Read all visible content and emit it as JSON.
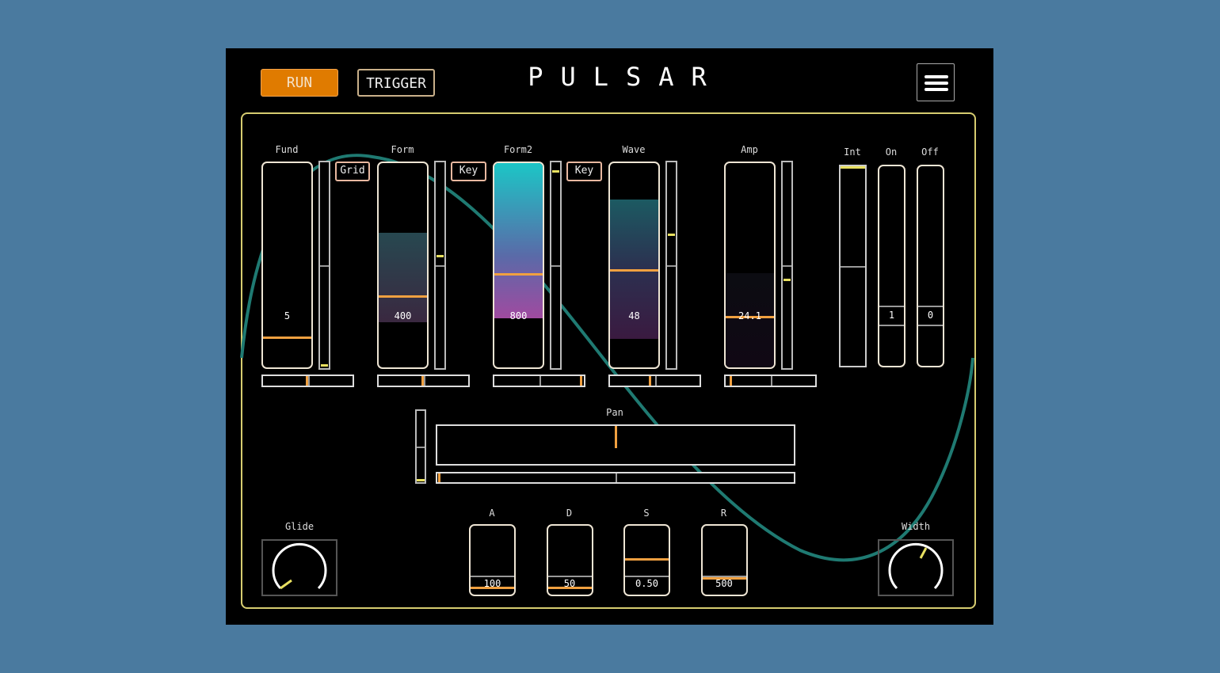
{
  "header": {
    "run_label": "RUN",
    "trigger_label": "TRIGGER",
    "title": "PULSAR",
    "menu_icon": "hamburger-menu-icon"
  },
  "colors": {
    "accent": "#e07b00",
    "frame": "#d6cc70",
    "curve": "#1f7a72",
    "handle": "#f0a040",
    "marker": "#e8e060"
  },
  "sliders": [
    {
      "label": "Fund",
      "value": "5",
      "level": 0.14,
      "fill": null,
      "thin_marker": 0.01,
      "h_marker": 0.5,
      "tag": "Grid"
    },
    {
      "label": "Form",
      "value": "400",
      "level": 0.34,
      "fill": [
        0.22,
        0.66
      ],
      "thin_marker": 0.56,
      "h_marker": 0.5,
      "tag": "Key"
    },
    {
      "label": "Form2",
      "value": "800",
      "level": 0.45,
      "fill": [
        0.24,
        1.0
      ],
      "thin_marker": 0.99,
      "h_marker": 1.0,
      "tag": "Key"
    },
    {
      "label": "Wave",
      "value": "48",
      "level": 0.47,
      "fill": [
        0.14,
        0.82
      ],
      "thin_marker": 0.67,
      "h_marker": 0.45,
      "tag": null
    },
    {
      "label": "Amp",
      "value": "24.1",
      "level": 0.24,
      "fill": [
        0.0,
        0.46
      ],
      "thin_marker": 0.44,
      "h_marker": 0.05,
      "tag": null
    }
  ],
  "toggles": [
    {
      "label": "Int",
      "value": null
    },
    {
      "label": "On",
      "value": "1"
    },
    {
      "label": "Off",
      "value": "0"
    }
  ],
  "pan": {
    "label": "Pan",
    "position": 0.5,
    "spread": 0.0,
    "level": 0.0
  },
  "glide": {
    "label": "Glide",
    "value": 0.0
  },
  "width": {
    "label": "Width",
    "value": 0.6
  },
  "adsr": [
    {
      "label": "A",
      "value": "100",
      "level": 0.08
    },
    {
      "label": "D",
      "value": "50",
      "level": 0.08
    },
    {
      "label": "S",
      "value": "0.50",
      "level": 0.5
    },
    {
      "label": "R",
      "value": "500",
      "level": 0.22
    }
  ]
}
